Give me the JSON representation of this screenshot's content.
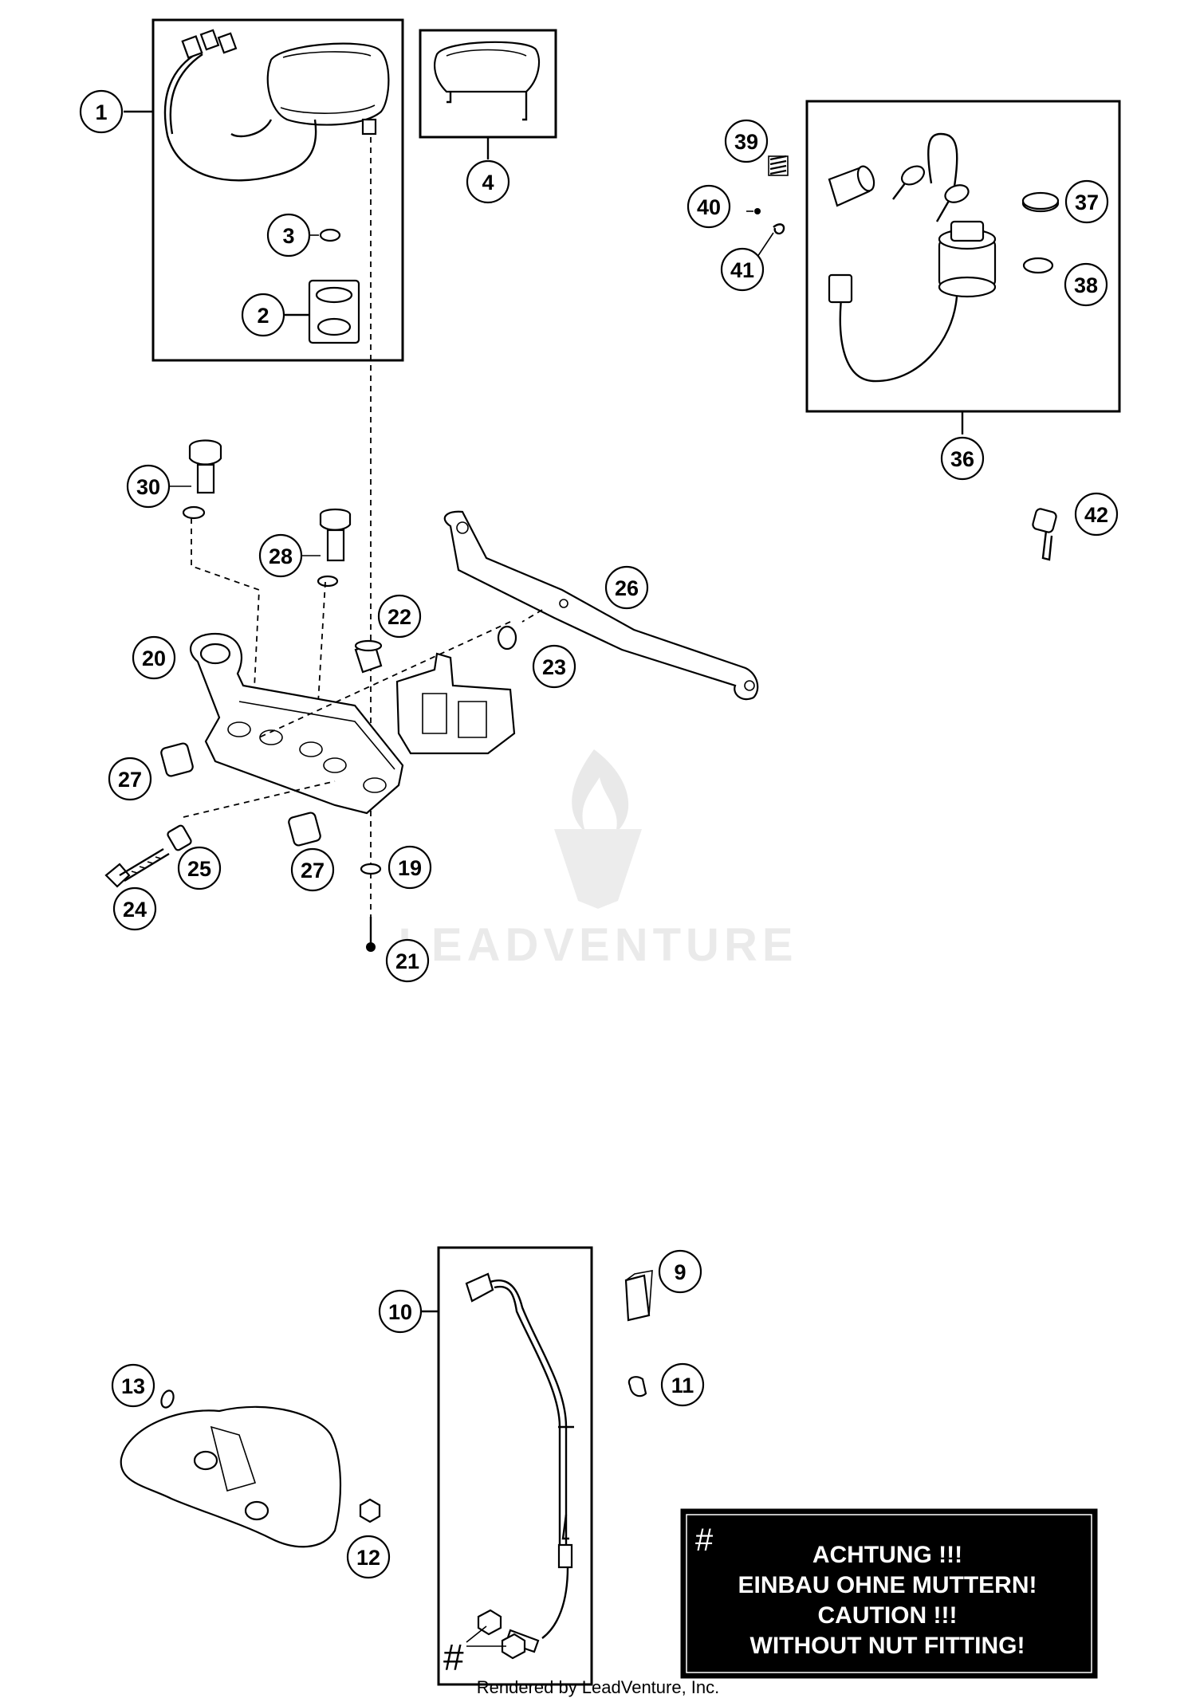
{
  "watermark": {
    "text": "LEADVENTURE"
  },
  "footer": {
    "text": "Rendered by LeadVenture, Inc."
  },
  "warning_box": {
    "hash": "#",
    "lines": [
      "ACHTUNG !!!",
      "EINBAU OHNE MUTTERN!",
      "CAUTION !!!",
      "WITHOUT NUT FITTING!"
    ]
  },
  "hash_marker": "#",
  "callouts": {
    "c1": "1",
    "c2": "2",
    "c3": "3",
    "c4": "4",
    "c9": "9",
    "c10": "10",
    "c11": "11",
    "c12": "12",
    "c13": "13",
    "c19": "19",
    "c20": "20",
    "c21": "21",
    "c22": "22",
    "c23": "23",
    "c24": "24",
    "c25": "25",
    "c26": "26",
    "c27a": "27",
    "c27b": "27",
    "c28": "28",
    "c30": "30",
    "c36": "36",
    "c37": "37",
    "c38": "38",
    "c39": "39",
    "c40": "40",
    "c41": "41",
    "c42": "42"
  }
}
